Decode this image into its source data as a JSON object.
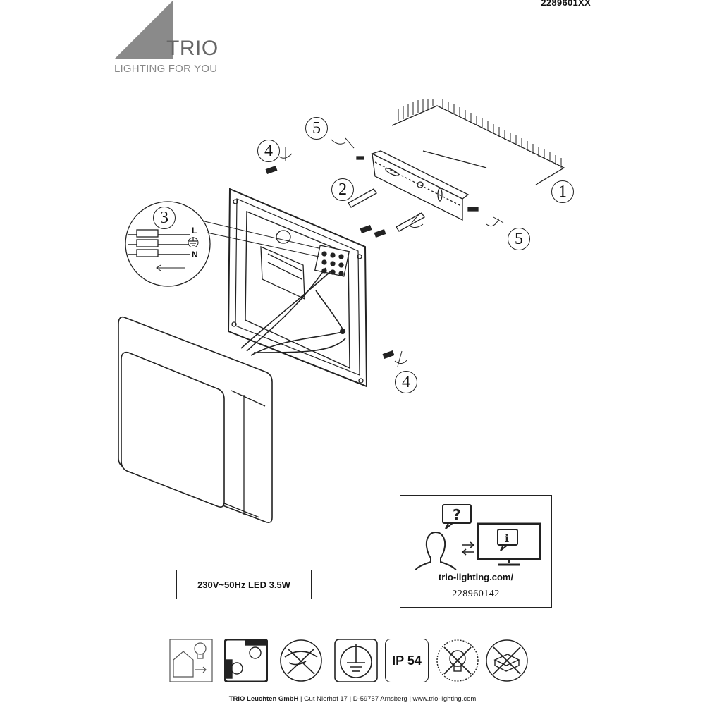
{
  "header": {
    "document_code": "2289601XX",
    "brand_name": "TRIO",
    "brand_tagline": "LIGHTING FOR YOU"
  },
  "diagram": {
    "callouts": [
      "1",
      "2",
      "3",
      "4",
      "5"
    ],
    "wiring_labels": {
      "live": "L",
      "neutral": "N"
    }
  },
  "spec": {
    "text": "230V~50Hz  LED 3.5W"
  },
  "help": {
    "url": "trio-lighting.com/",
    "code": "228960142",
    "icons": [
      "user-icon",
      "question-bubble-icon",
      "swap-arrows-icon",
      "monitor-info-icon"
    ]
  },
  "symbols": [
    {
      "name": "indoor-outdoor-icon"
    },
    {
      "name": "replaceable-lamp-icon"
    },
    {
      "name": "no-dimmer-icon"
    },
    {
      "name": "protection-class-1-icon"
    },
    {
      "name": "ip-rating-icon",
      "label": "IP 54"
    },
    {
      "name": "led-not-replaceable-icon"
    },
    {
      "name": "no-cover-insulation-icon"
    }
  ],
  "footer": {
    "company": "TRIO Leuchten GmbH",
    "address": "Gut Nierhof 17",
    "city": "D-59757 Arnsberg",
    "website": "www.trio-lighting.com"
  }
}
